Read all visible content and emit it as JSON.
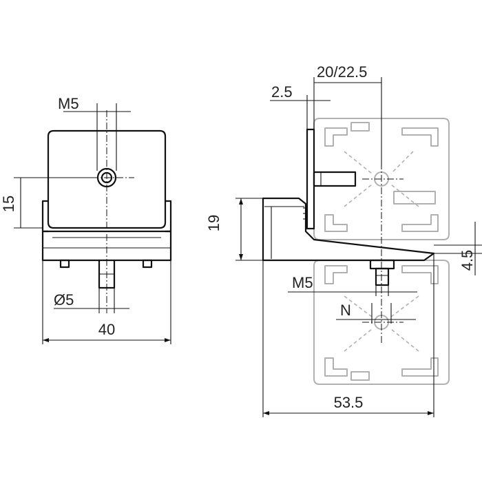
{
  "drawing": {
    "front_view": {
      "thread_label": "M5",
      "height_label": "15",
      "pin_label": "Ø5",
      "width_label": "40"
    },
    "side_view": {
      "plate_label": "2.5",
      "offset_label": "20/22.5",
      "height_label": "19",
      "thread_label": "M5",
      "nut_label": "N",
      "step_label": "4.5",
      "length_label": "53.5"
    }
  },
  "colors": {
    "line": "#111111",
    "profile_ghost": "#b0b0b0",
    "background": "#ffffff"
  }
}
